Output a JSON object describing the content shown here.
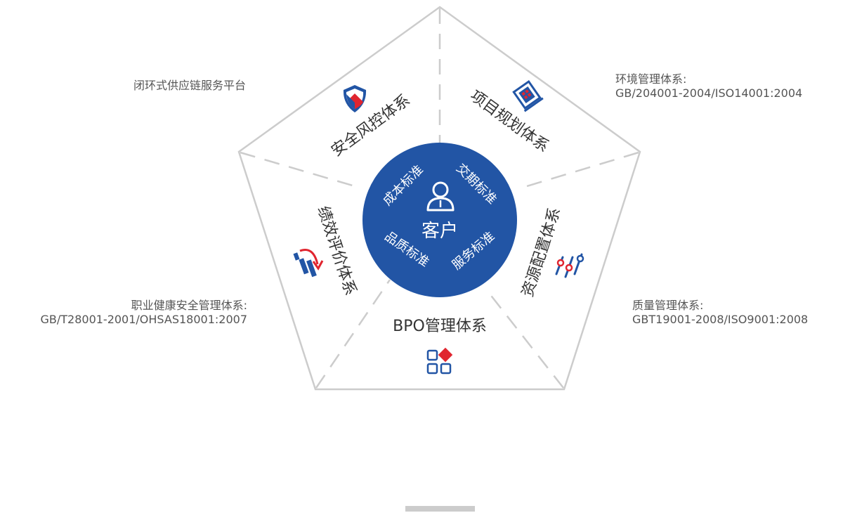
{
  "center": {
    "title": "客户",
    "standards": [
      "成本标准",
      "交期标准",
      "品质标准",
      "服务标准"
    ]
  },
  "segments": [
    {
      "label": "安全风控体系",
      "icon": "shield-icon"
    },
    {
      "label": "项目规划体系",
      "icon": "project-doc-icon"
    },
    {
      "label": "资源配置体系",
      "icon": "sliders-icon"
    },
    {
      "label": "BPO管理体系",
      "icon": "grid-icon"
    },
    {
      "label": "绩效评价体系",
      "icon": "performance-chart-icon"
    }
  ],
  "notes": {
    "top_left": [
      "闭环式供应链服务平台"
    ],
    "top_right": [
      "环境管理体系:",
      "GB/204001-2004/ISO14001:2004"
    ],
    "bottom_left": [
      "职业健康安全管理体系:",
      "GB/T28001-2001/OHSAS18001:2007"
    ],
    "bottom_right": [
      "质量管理体系:",
      "GBT19001-2008/ISO9001:2008"
    ]
  },
  "colors": {
    "primary_blue": "#2255a5",
    "accent_red": "#e0252f",
    "outline_gray": "#cccccc"
  }
}
